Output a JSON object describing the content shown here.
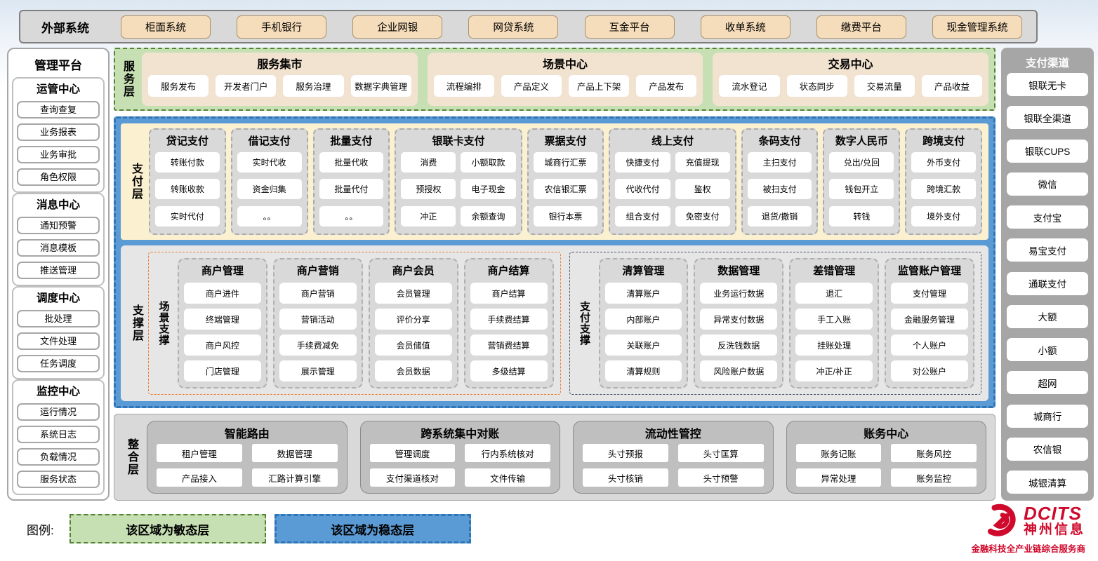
{
  "external_systems": {
    "label": "外部系统",
    "items": [
      "柜面系统",
      "手机银行",
      "企业网银",
      "网贷系统",
      "互金平台",
      "收单系统",
      "缴费平台",
      "现金管理系统"
    ]
  },
  "management_platform": {
    "title": "管理平台",
    "groups": [
      {
        "title": "运管中心",
        "items": [
          "查询查复",
          "业务报表",
          "业务审批",
          "角色权限"
        ]
      },
      {
        "title": "消息中心",
        "items": [
          "通知预警",
          "消息模板",
          "推送管理"
        ]
      },
      {
        "title": "调度中心",
        "items": [
          "批处理",
          "文件处理",
          "任务调度"
        ]
      },
      {
        "title": "监控中心",
        "items": [
          "运行情况",
          "系统日志",
          "负载情况",
          "服务状态"
        ]
      }
    ]
  },
  "service_layer": {
    "label": "服务层",
    "panels": [
      {
        "title": "服务集市",
        "items": [
          "服务发布",
          "开发者门户",
          "服务治理",
          "数据字典管理"
        ]
      },
      {
        "title": "场景中心",
        "items": [
          "流程编排",
          "产品定义",
          "产品上下架",
          "产品发布"
        ]
      },
      {
        "title": "交易中心",
        "items": [
          "流水登记",
          "状态同步",
          "交易流量",
          "产品收益"
        ]
      }
    ]
  },
  "payment_layer": {
    "label": "支付层",
    "columns": [
      {
        "title": "贷记支付",
        "cols": 1,
        "items": [
          "转账付款",
          "转账收款",
          "实时代付"
        ]
      },
      {
        "title": "借记支付",
        "cols": 1,
        "items": [
          "实时代收",
          "资金归集",
          "。。"
        ]
      },
      {
        "title": "批量支付",
        "cols": 1,
        "items": [
          "批量代收",
          "批量代付",
          "。。"
        ]
      },
      {
        "title": "银联卡支付",
        "cols": 2,
        "items": [
          "消费",
          "小额取款",
          "预授权",
          "电子现金",
          "冲正",
          "余额查询"
        ]
      },
      {
        "title": "票据支付",
        "cols": 1,
        "items": [
          "城商行汇票",
          "农信银汇票",
          "银行本票"
        ]
      },
      {
        "title": "线上支付",
        "cols": 2,
        "items": [
          "快捷支付",
          "充值提现",
          "代收代付",
          "鉴权",
          "组合支付",
          "免密支付"
        ]
      },
      {
        "title": "条码支付",
        "cols": 1,
        "items": [
          "主扫支付",
          "被扫支付",
          "退货/撤销"
        ]
      },
      {
        "title": "数字人民币",
        "cols": 1,
        "items": [
          "兑出/兑回",
          "钱包开立",
          "转钱"
        ]
      },
      {
        "title": "跨境支付",
        "cols": 1,
        "items": [
          "外币支付",
          "跨境汇款",
          "境外支付"
        ]
      }
    ]
  },
  "support_layer": {
    "label": "支撑层",
    "groups": [
      {
        "label": "场景支撑",
        "style": "orange",
        "columns": [
          {
            "title": "商户管理",
            "items": [
              "商户进件",
              "终端管理",
              "商户风控",
              "门店管理"
            ]
          },
          {
            "title": "商户营销",
            "items": [
              "商户营销",
              "营销活动",
              "手续费减免",
              "展示管理"
            ]
          },
          {
            "title": "商户会员",
            "items": [
              "会员管理",
              "评价分享",
              "会员储值",
              "会员数据"
            ]
          },
          {
            "title": "商户结算",
            "items": [
              "商户结算",
              "手续费结算",
              "营销费结算",
              "多级结算"
            ]
          }
        ]
      },
      {
        "label": "支付支撑",
        "style": "dark",
        "columns": [
          {
            "title": "清算管理",
            "items": [
              "清算账户",
              "内部账户",
              "关联账户",
              "清算规则"
            ]
          },
          {
            "title": "数据管理",
            "items": [
              "业务运行数据",
              "异常支付数据",
              "反洗钱数据",
              "风险账户数据"
            ]
          },
          {
            "title": "差错管理",
            "items": [
              "退汇",
              "手工入账",
              "挂账处理",
              "冲正/补正"
            ]
          },
          {
            "title": "监管账户管理",
            "items": [
              "支付管理",
              "金融服务管理",
              "个人账户",
              "对公账户"
            ]
          }
        ]
      }
    ]
  },
  "integration_layer": {
    "label": "整合层",
    "panels": [
      {
        "title": "智能路由",
        "items": [
          "租户管理",
          "数据管理",
          "产品接入",
          "汇路计算引擎"
        ]
      },
      {
        "title": "跨系统集中对账",
        "items": [
          "管理调度",
          "行内系统核对",
          "支付渠道核对",
          "文件传输"
        ]
      },
      {
        "title": "流动性管控",
        "items": [
          "头寸预报",
          "头寸匡算",
          "头寸核销",
          "头寸预警"
        ]
      },
      {
        "title": "账务中心",
        "items": [
          "账务记账",
          "账务风控",
          "异常处理",
          "账务监控"
        ]
      }
    ]
  },
  "payment_channels": {
    "title": "支付渠道",
    "items": [
      "银联无卡",
      "银联全渠道",
      "银联CUPS",
      "微信",
      "支付宝",
      "易宝支付",
      "通联支付",
      "大额",
      "小额",
      "超网",
      "城商行",
      "农信银",
      "城银清算"
    ]
  },
  "legend": {
    "label": "图例:",
    "items": [
      {
        "text": "该区域为敏态层",
        "type": "agile"
      },
      {
        "text": "该区域为稳态层",
        "type": "stable"
      }
    ]
  },
  "logo": {
    "brand": "DCITS",
    "company": "神州信息",
    "tagline": "金融科技全产业链综合服务商"
  },
  "colors": {
    "agile_green": "#c6e0b4",
    "agile_border": "#538135",
    "stable_blue": "#5b9bd5",
    "stable_border": "#2e75b6",
    "tan_chip": "#f5dcba",
    "cream_panel": "#fbf0cf",
    "gray_box": "#d9d9d9",
    "orange_dash": "#ed7d31",
    "brand_red": "#cf0a2c"
  }
}
